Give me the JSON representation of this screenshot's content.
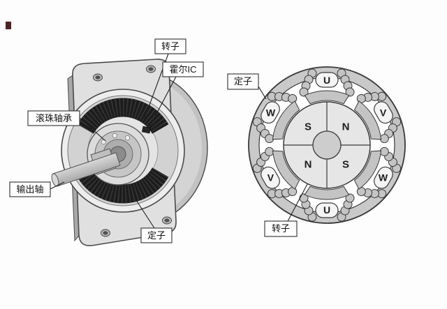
{
  "left_diagram": {
    "labels": {
      "rotor": "转子",
      "hall_ic": "霍尔IC",
      "ball_bearing": "滚珠轴承",
      "output_shaft": "输出轴",
      "stator": "定子"
    }
  },
  "right_diagram": {
    "labels": {
      "stator": "定子",
      "rotor": "转子"
    },
    "coils": [
      {
        "position": "top",
        "label": "U"
      },
      {
        "position": "upper-right",
        "label": "V"
      },
      {
        "position": "lower-right",
        "label": "W"
      },
      {
        "position": "bottom",
        "label": "U"
      },
      {
        "position": "lower-left",
        "label": "V"
      },
      {
        "position": "upper-left",
        "label": "W"
      }
    ],
    "rotor_poles": [
      {
        "position": "upper-left",
        "label": "S"
      },
      {
        "position": "upper-right",
        "label": "N"
      },
      {
        "position": "lower-left",
        "label": "N"
      },
      {
        "position": "lower-right",
        "label": "S"
      }
    ]
  },
  "colors": {
    "outline": "#3a3a3a",
    "stator_ring": "#c9c9c9",
    "pole_fill": "#c4c4c4",
    "rotor_fill": "#e6e6e6",
    "winding_dark": "#1c1c1c",
    "metal_light": "#e0e0e0"
  }
}
